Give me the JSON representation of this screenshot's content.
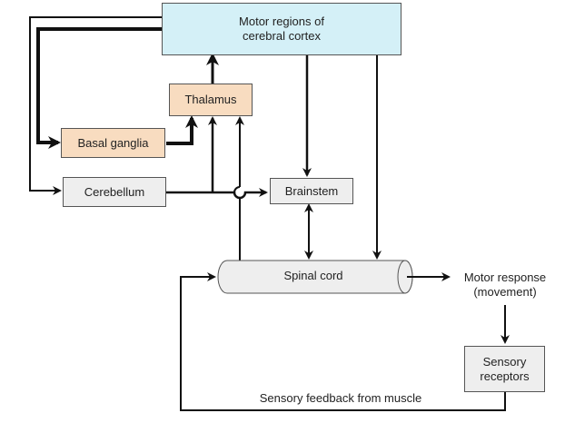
{
  "diagram": {
    "nodes": {
      "cortex": "Motor regions of\ncerebral cortex",
      "thalamus": "Thalamus",
      "basal_ganglia": "Basal ganglia",
      "cerebellum": "Cerebellum",
      "brainstem": "Brainstem",
      "spinal_cord": "Spinal cord",
      "motor_response": "Motor response\n(movement)",
      "sensory_receptors": "Sensory\nreceptors"
    },
    "edge_labels": {
      "feedback": "Sensory feedback from muscle"
    },
    "colors": {
      "cortex_fill": "#d4f0f7",
      "peach_fill": "#f8dcc0",
      "grey_fill": "#eeeeee",
      "line": "#111111"
    }
  }
}
